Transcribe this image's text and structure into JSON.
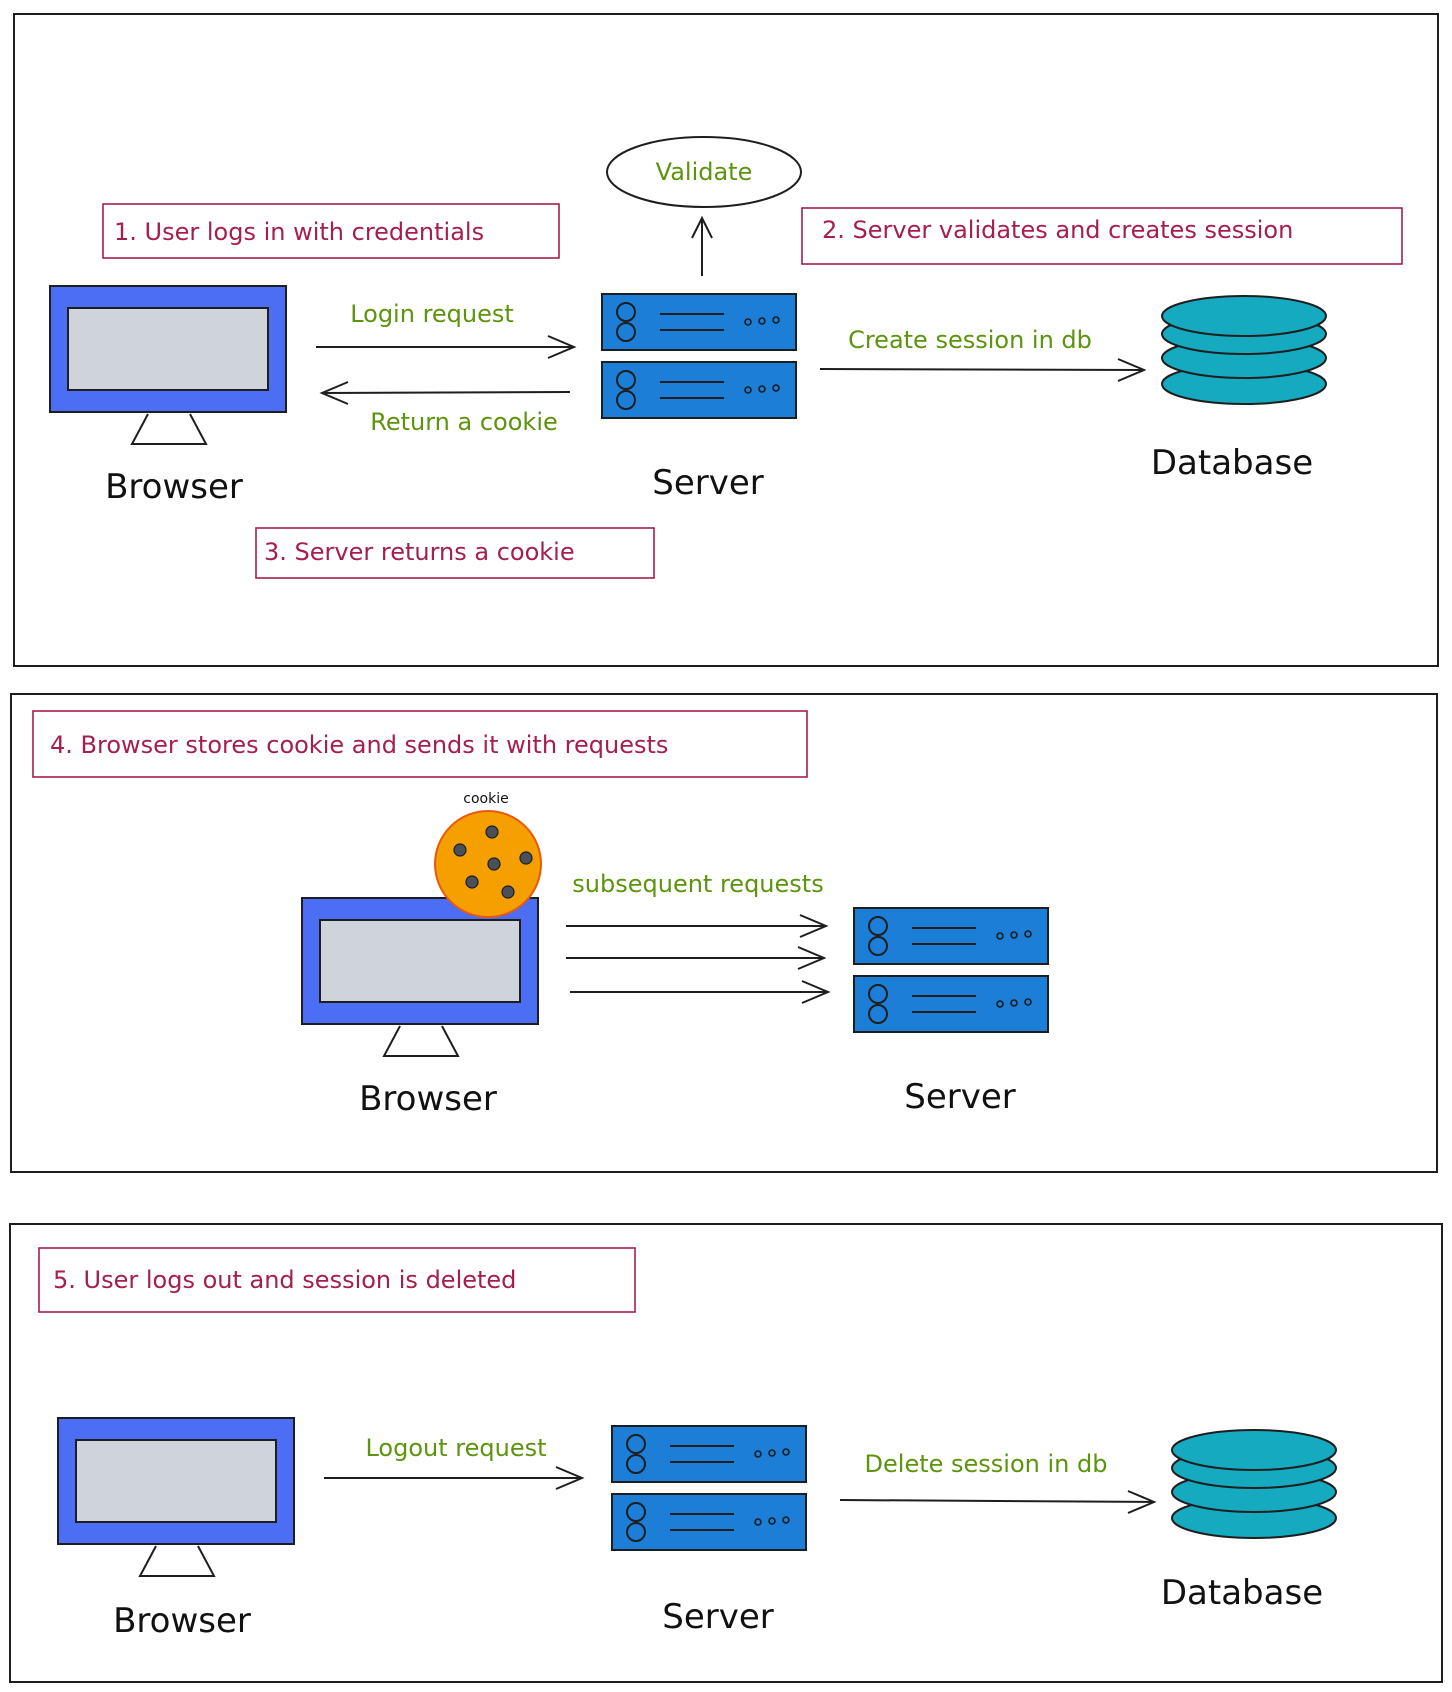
{
  "colors": {
    "step_text": "#a61e4d",
    "edge_text": "#5c940d",
    "monitor": "#4c6ef5",
    "screen": "#ced4da",
    "server": "#1c7ed6",
    "database": "#15aabf",
    "cookie": "#f59f00"
  },
  "panel1": {
    "step1": "1. User logs in with credentials",
    "step2": "2. Server validates and creates session",
    "step3": "3. Server returns a cookie",
    "validate": "Validate",
    "login_request": "Login request",
    "return_cookie": "Return a cookie",
    "create_session": "Create session in db",
    "browser": "Browser",
    "server": "Server",
    "database": "Database"
  },
  "panel2": {
    "step4": "4. Browser stores cookie and sends it with requests",
    "cookie": "cookie",
    "subsequent": "subsequent requests",
    "browser": "Browser",
    "server": "Server"
  },
  "panel3": {
    "step5": "5. User logs out and session is deleted",
    "logout_request": "Logout request",
    "delete_session": "Delete session in db",
    "browser": "Browser",
    "server": "Server",
    "database": "Database"
  }
}
